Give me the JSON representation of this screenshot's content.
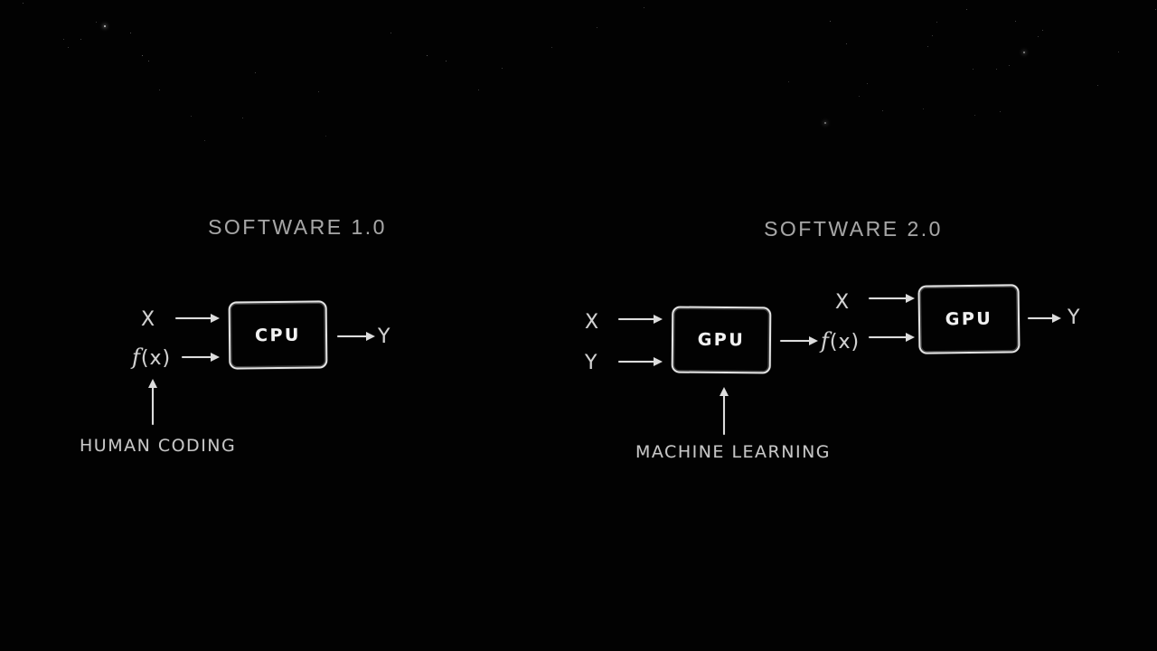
{
  "background": {
    "color": "#020202",
    "star_color": "#ffffff",
    "stars": [
      [
        25,
        3,
        1,
        0.35
      ],
      [
        106,
        24,
        1,
        0.3
      ],
      [
        115,
        28,
        2,
        0.8
      ],
      [
        144,
        36,
        1,
        0.4
      ],
      [
        70,
        43,
        1,
        0.3
      ],
      [
        89,
        43,
        1,
        0.35
      ],
      [
        75,
        52,
        1,
        0.3
      ],
      [
        157,
        61,
        1,
        0.45
      ],
      [
        164,
        67,
        1,
        0.4
      ],
      [
        176,
        99,
        1,
        0.3
      ],
      [
        282,
        80,
        1,
        0.35
      ],
      [
        352,
        101,
        1,
        0.3
      ],
      [
        432,
        36,
        1,
        0.35
      ],
      [
        472,
        61,
        1,
        0.45
      ],
      [
        493,
        67,
        1,
        0.4
      ],
      [
        529,
        99,
        1,
        0.3
      ],
      [
        211,
        128,
        1,
        0.25
      ],
      [
        268,
        130,
        1,
        0.3
      ],
      [
        226,
        155,
        1,
        0.25
      ],
      [
        360,
        150,
        1,
        0.2
      ],
      [
        555,
        75,
        1,
        0.3
      ],
      [
        610,
        52,
        1,
        0.25
      ],
      [
        660,
        30,
        1,
        0.3
      ],
      [
        712,
        8,
        1,
        0.3
      ],
      [
        872,
        90,
        1,
        0.25
      ],
      [
        918,
        23,
        1,
        0.4
      ],
      [
        936,
        48,
        1,
        0.35
      ],
      [
        950,
        106,
        1,
        0.25
      ],
      [
        959,
        92,
        1,
        0.3
      ],
      [
        976,
        122,
        1,
        0.3
      ],
      [
        1021,
        120,
        1,
        0.25
      ],
      [
        1026,
        51,
        1,
        0.3
      ],
      [
        1031,
        39,
        1,
        0.3
      ],
      [
        1036,
        24,
        1,
        0.3
      ],
      [
        1069,
        10,
        1,
        0.35
      ],
      [
        1076,
        76,
        1,
        0.3
      ],
      [
        1078,
        127,
        1,
        0.25
      ],
      [
        1102,
        76,
        1,
        0.3
      ],
      [
        1106,
        123,
        1,
        0.3
      ],
      [
        1116,
        72,
        1,
        0.3
      ],
      [
        1123,
        23,
        1,
        0.35
      ],
      [
        1132,
        57,
        2,
        0.55
      ],
      [
        1148,
        40,
        1,
        0.3
      ],
      [
        1153,
        33,
        1,
        0.35
      ],
      [
        1214,
        94,
        1,
        0.3
      ],
      [
        1237,
        57,
        1,
        0.3
      ],
      [
        1278,
        10,
        1,
        0.3
      ],
      [
        912,
        135,
        2,
        0.5
      ]
    ]
  },
  "colors": {
    "chalk": "#e4e4e4",
    "title": "#a6a6a6",
    "label": "#d2d2d2"
  },
  "labels": {
    "x": "X",
    "y": "Y",
    "f": "f",
    "fx_rest": "(x)"
  },
  "panels": [
    {
      "title": "SOFTWARE 1.0",
      "processor": "CPU",
      "inputs": [
        "X",
        "f(x)"
      ],
      "output": "Y",
      "annotation": "HUMAN CODING"
    },
    {
      "title": "SOFTWARE 2.0",
      "stage1": {
        "processor": "GPU",
        "inputs": [
          "X",
          "Y"
        ],
        "output": "f(x)"
      },
      "stage2": {
        "processor": "GPU",
        "inputs": [
          "X",
          "f(x)"
        ],
        "output": "Y"
      },
      "annotation": "MACHINE LEARNING"
    }
  ]
}
